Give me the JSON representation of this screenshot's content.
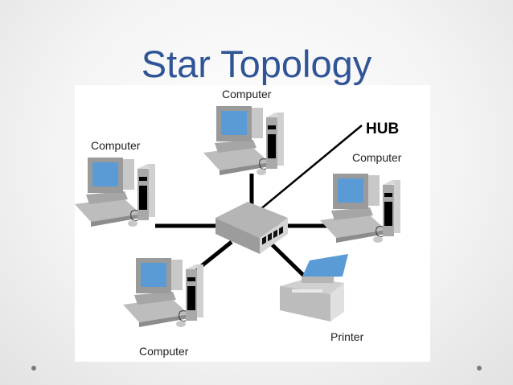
{
  "slide": {
    "title": "Star Topology",
    "title_color": "#2f5597"
  },
  "diagram": {
    "hub_label": "HUB",
    "nodes": [
      {
        "id": "top",
        "type": "computer",
        "label": "Computer"
      },
      {
        "id": "left",
        "type": "computer",
        "label": "Computer"
      },
      {
        "id": "right",
        "type": "computer",
        "label": "Computer"
      },
      {
        "id": "bottom-left",
        "type": "computer",
        "label": "Computer"
      },
      {
        "id": "bottom-right",
        "type": "printer",
        "label": "Printer"
      }
    ],
    "screen_color": "#5b9bd5",
    "paper_color": "#5b9bd5"
  }
}
